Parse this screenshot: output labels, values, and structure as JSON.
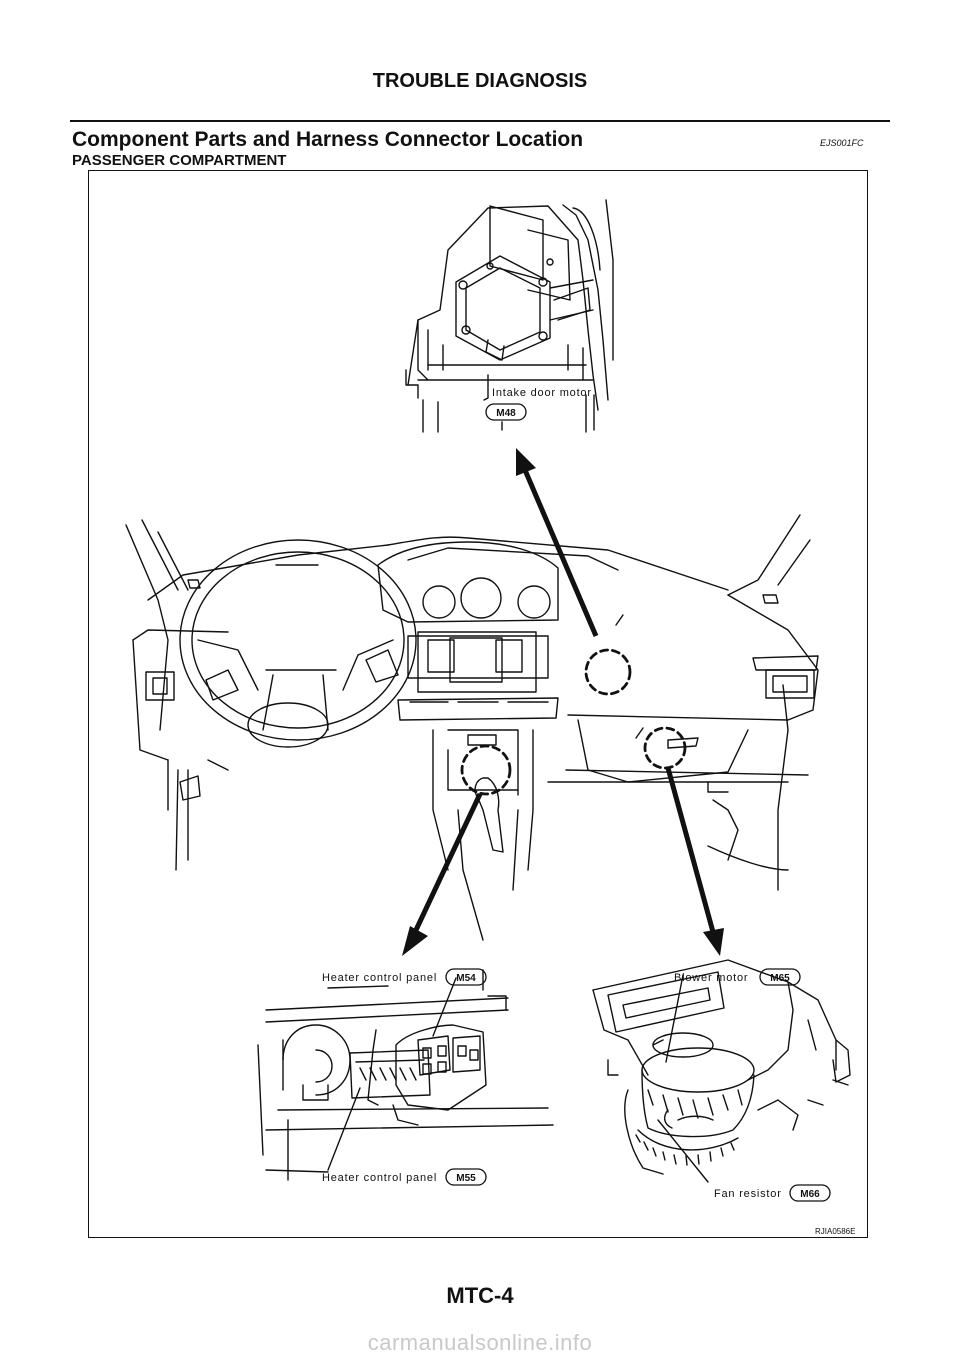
{
  "page": {
    "section_header": "TROUBLE DIAGNOSIS",
    "title": "Component Parts and Harness Connector Location",
    "title_code": "EJS001FC",
    "subtitle": "PASSENGER COMPARTMENT",
    "page_number": "MTC-4",
    "watermark": "carmanualsonline.info"
  },
  "figure": {
    "reference_id": "RJIA0586E",
    "callouts": [
      {
        "label": "Intake door motor",
        "connector": "M48"
      },
      {
        "label": "Heater control panel",
        "connector": "M54"
      },
      {
        "label": "Heater control panel",
        "connector": "M55"
      },
      {
        "label": "Blower motor",
        "connector": "M65"
      },
      {
        "label": "Fan resistor",
        "connector": "M66"
      }
    ]
  }
}
